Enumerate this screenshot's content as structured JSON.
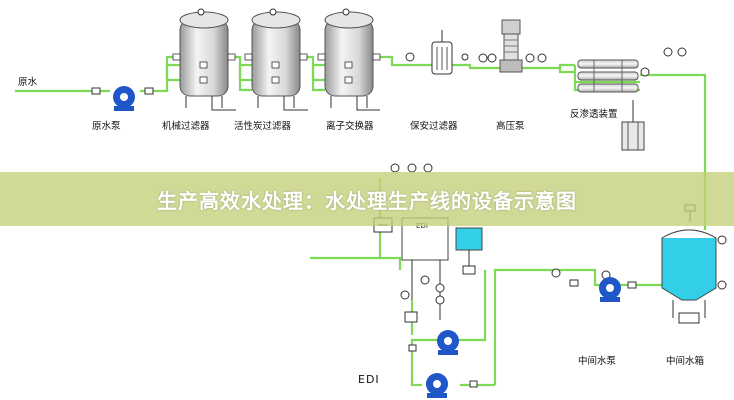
{
  "labels": {
    "raw_water": "原水",
    "raw_pump": "原水泵",
    "mech_filter": "机械过滤器",
    "carbon_filter": "活性炭过滤器",
    "ion_exchanger": "离子交换器",
    "security_filter": "保安过滤器",
    "high_pump": "高压泵",
    "ro_unit": "反渗透装置",
    "mid_pump": "中间水泵",
    "mid_tank": "中间水箱",
    "edi": "EDI",
    "edi_box": "EDI"
  },
  "banner": {
    "title": "生产高效水处理：水处理生产线的设备示意图"
  },
  "colors": {
    "pipe": "#7ed957",
    "line": "#333333",
    "pump": "#1f56c8",
    "tank_water": "#33cfe8",
    "banner_bg": "#c4ce78"
  }
}
